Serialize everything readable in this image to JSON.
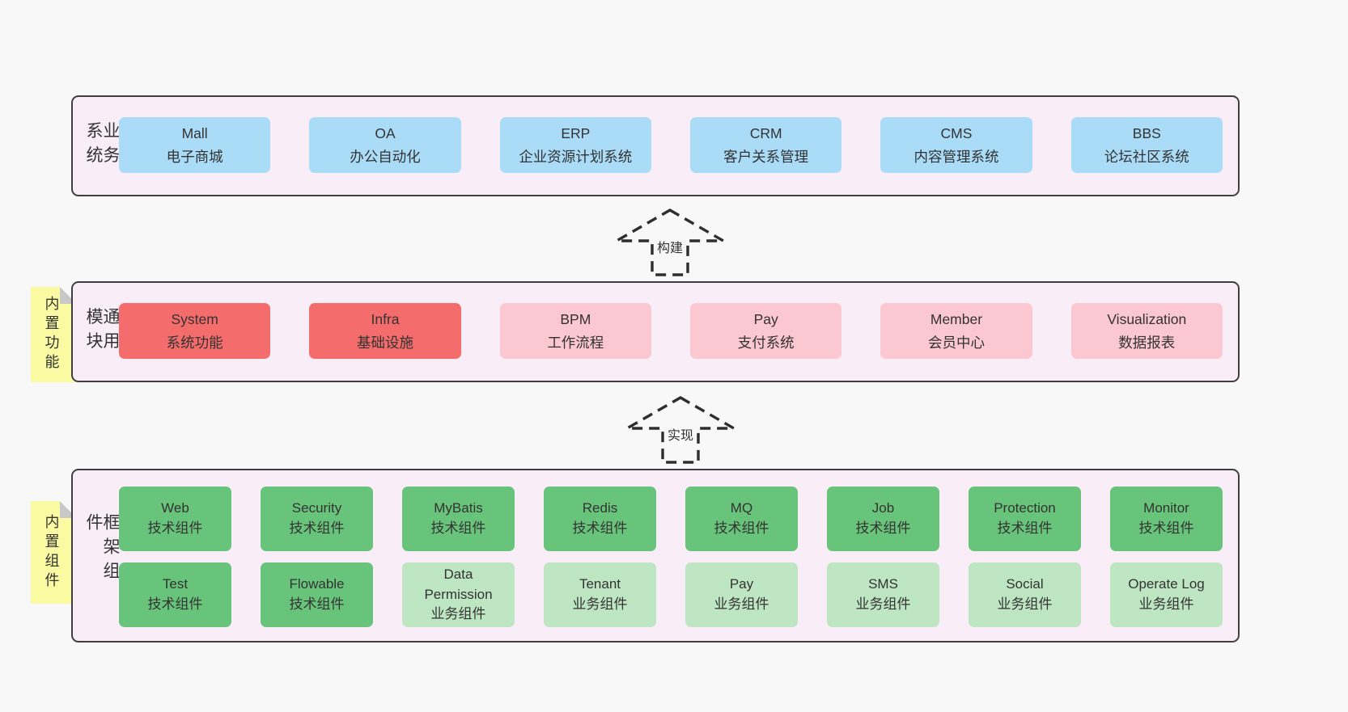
{
  "colors": {
    "page_bg": "#f8f8f8",
    "panel_bg": "#f9eef7",
    "panel_border": "#3f3f3f",
    "text": "#353535",
    "blue": "#aadcf8",
    "red": "#f56c6c",
    "pink": "#fbc7d0",
    "green_dark": "#68c47a",
    "green_light": "#bee6c3",
    "tag_yellow": "#fafaa2",
    "tag_fold": "#c8c8c8",
    "arrow_stroke": "#2e2e2e"
  },
  "arrows": {
    "build": "构建",
    "implement": "实现"
  },
  "business": {
    "label": "业务系统",
    "items": [
      {
        "title": "Mall",
        "subtitle": "电子商城",
        "variant": "blue"
      },
      {
        "title": "OA",
        "subtitle": "办公自动化",
        "variant": "blue"
      },
      {
        "title": "ERP",
        "subtitle": "企业资源计划系统",
        "variant": "blue"
      },
      {
        "title": "CRM",
        "subtitle": "客户关系管理",
        "variant": "blue"
      },
      {
        "title": "CMS",
        "subtitle": "内容管理系统",
        "variant": "blue"
      },
      {
        "title": "BBS",
        "subtitle": "论坛社区系统",
        "variant": "blue"
      }
    ]
  },
  "modules": {
    "label": "通用模块",
    "tag": "内置功能",
    "items": [
      {
        "title": "System",
        "subtitle": "系统功能",
        "variant": "red"
      },
      {
        "title": "Infra",
        "subtitle": "基础设施",
        "variant": "red"
      },
      {
        "title": "BPM",
        "subtitle": "工作流程",
        "variant": "pink"
      },
      {
        "title": "Pay",
        "subtitle": "支付系统",
        "variant": "pink"
      },
      {
        "title": "Member",
        "subtitle": "会员中心",
        "variant": "pink"
      },
      {
        "title": "Visualization",
        "subtitle": "数据报表",
        "variant": "pink"
      }
    ]
  },
  "components": {
    "label": "框架组件",
    "tag": "内置组件",
    "row1": [
      {
        "title": "Web",
        "subtitle": "技术组件",
        "variant": "green_dark"
      },
      {
        "title": "Security",
        "subtitle": "技术组件",
        "variant": "green_dark"
      },
      {
        "title": "MyBatis",
        "subtitle": "技术组件",
        "variant": "green_dark"
      },
      {
        "title": "Redis",
        "subtitle": "技术组件",
        "variant": "green_dark"
      },
      {
        "title": "MQ",
        "subtitle": "技术组件",
        "variant": "green_dark"
      },
      {
        "title": "Job",
        "subtitle": "技术组件",
        "variant": "green_dark"
      },
      {
        "title": "Protection",
        "subtitle": "技术组件",
        "variant": "green_dark"
      },
      {
        "title": "Monitor",
        "subtitle": "技术组件",
        "variant": "green_dark"
      }
    ],
    "row2": [
      {
        "title": "Test",
        "subtitle": "技术组件",
        "variant": "green_dark"
      },
      {
        "title": "Flowable",
        "subtitle": "技术组件",
        "variant": "green_dark"
      },
      {
        "title": "Data Permission",
        "subtitle": "业务组件",
        "variant": "green_light"
      },
      {
        "title": "Tenant",
        "subtitle": "业务组件",
        "variant": "green_light"
      },
      {
        "title": "Pay",
        "subtitle": "业务组件",
        "variant": "green_light"
      },
      {
        "title": "SMS",
        "subtitle": "业务组件",
        "variant": "green_light"
      },
      {
        "title": "Social",
        "subtitle": "业务组件",
        "variant": "green_light"
      },
      {
        "title": "Operate Log",
        "subtitle": "业务组件",
        "variant": "green_light"
      }
    ]
  }
}
